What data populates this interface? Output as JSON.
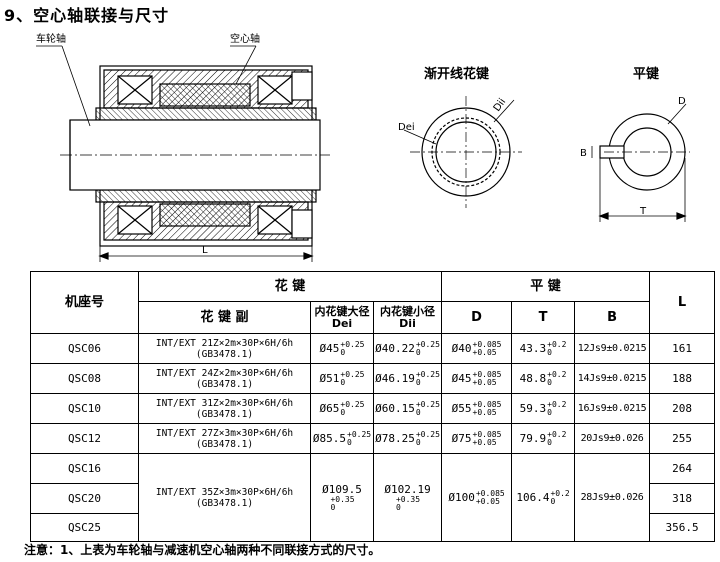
{
  "heading": "9、空心轴联接与尺寸",
  "drawing": {
    "label_wheel_shaft": "车轮轴",
    "label_hollow_shaft": "空心轴",
    "label_L": "L",
    "title_spline": "渐开线花键",
    "title_flat_key": "平键",
    "label_Dei": "Dei",
    "label_Dii": "Dii",
    "label_D": "D",
    "label_B": "B",
    "label_T": "T"
  },
  "table": {
    "col_model": "机座号",
    "col_spline": "花 键",
    "col_flat_key": "平 键",
    "col_L": "L",
    "sub_spline_pair": "花 键 副",
    "sub_dei_line1": "内花键大径",
    "sub_dei_line2": "Dei",
    "sub_dii_line1": "内花键小径",
    "sub_dii_line2": "Dii",
    "sub_D": "D",
    "sub_T": "T",
    "sub_B": "B",
    "rows": [
      {
        "model": "QSC06",
        "spline_line1": "INT/EXT 21Z×2m×30P×6H/6h",
        "spline_line2": "(GB3478.1)",
        "dei": "Ø45",
        "dei_up": "+0.25",
        "dei_lo": "0",
        "dii": "Ø40.22",
        "dii_up": "+0.25",
        "dii_lo": "0",
        "d": "Ø40",
        "d_up": "+0.085",
        "d_lo": "+0.05",
        "t": "43.3",
        "t_up": "+0.2",
        "t_lo": "0",
        "b": "12Js9±0.0215",
        "l": "161"
      },
      {
        "model": "QSC08",
        "spline_line1": "INT/EXT 24Z×2m×30P×6H/6h",
        "spline_line2": "(GB3478.1)",
        "dei": "Ø51",
        "dei_up": "+0.25",
        "dei_lo": "0",
        "dii": "Ø46.19",
        "dii_up": "+0.25",
        "dii_lo": "0",
        "d": "Ø45",
        "d_up": "+0.085",
        "d_lo": "+0.05",
        "t": "48.8",
        "t_up": "+0.2",
        "t_lo": "0",
        "b": "14Js9±0.0215",
        "l": "188"
      },
      {
        "model": "QSC10",
        "spline_line1": "INT/EXT 31Z×2m×30P×6H/6h",
        "spline_line2": "(GB3478.1)",
        "dei": "Ø65",
        "dei_up": "+0.25",
        "dei_lo": "0",
        "dii": "Ø60.15",
        "dii_up": "+0.25",
        "dii_lo": "0",
        "d": "Ø55",
        "d_up": "+0.085",
        "d_lo": "+0.05",
        "t": "59.3",
        "t_up": "+0.2",
        "t_lo": "0",
        "b": "16Js9±0.0215",
        "l": "208"
      },
      {
        "model": "QSC12",
        "spline_line1": "INT/EXT 27Z×3m×30P×6H/6h",
        "spline_line2": "(GB3478.1)",
        "dei": "Ø85.5",
        "dei_up": "+0.25",
        "dei_lo": "0",
        "dii": "Ø78.25",
        "dii_up": "+0.25",
        "dii_lo": "0",
        "d": "Ø75",
        "d_up": "+0.085",
        "d_lo": "+0.05",
        "t": "79.9",
        "t_up": "+0.2",
        "t_lo": "0",
        "b": "20Js9±0.026",
        "l": "255"
      }
    ],
    "group": {
      "models": [
        "QSC16",
        "QSC20",
        "QSC25"
      ],
      "l_values": [
        "264",
        "318",
        "356.5"
      ],
      "spline_line1": "INT/EXT 35Z×3m×30P×6H/6h",
      "spline_line2": "(GB3478.1)",
      "dei": "Ø109.5",
      "dei_up": "+0.35",
      "dei_lo": "0",
      "dii": "Ø102.19",
      "dii_up": "+0.35",
      "dii_lo": "0",
      "d": "Ø100",
      "d_up": "+0.085",
      "d_lo": "+0.05",
      "t": "106.4",
      "t_up": "+0.2",
      "t_lo": "0",
      "b": "28Js9±0.026"
    }
  },
  "note": "注意：1、上表为车轮轴与减速机空心轴两种不同联接方式的尺寸。"
}
